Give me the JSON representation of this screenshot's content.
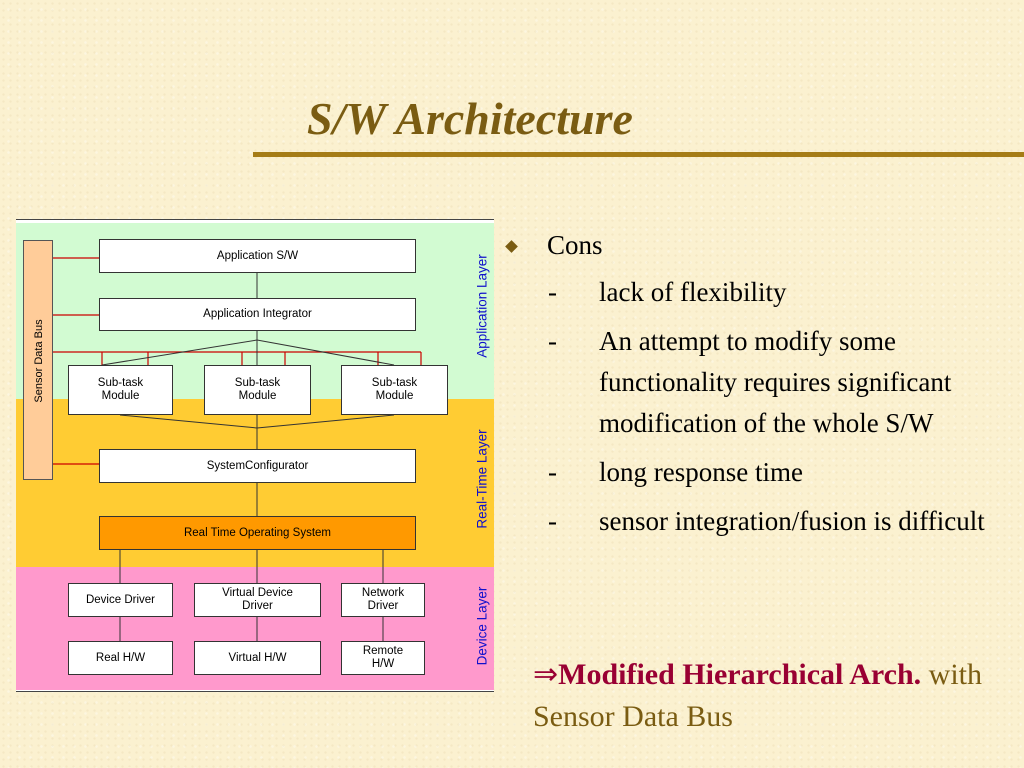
{
  "slide": {
    "title": "S/W Architecture"
  },
  "diagram": {
    "bus_label": "Sensor Data Bus",
    "layers": {
      "application": "Application Layer",
      "realtime": "Real-Time Layer",
      "device": "Device Layer"
    },
    "boxes": {
      "app_sw": "Application S/W",
      "app_integrator": "Application Integrator",
      "subtask1": "Sub-task\nModule",
      "subtask2": "Sub-task\nModule",
      "subtask3": "Sub-task\nModule",
      "sys_config": "SystemConfigurator",
      "rtos": "Real Time Operating System",
      "device_driver": "Device Driver",
      "virtual_device_driver": "Virtual Device\nDriver",
      "network_driver": "Network\nDriver",
      "real_hw": "Real H/W",
      "virtual_hw": "Virtual H/W",
      "remote_hw": "Remote\nH/W"
    },
    "colors": {
      "application_band": "#d2fbd2",
      "realtime_band": "#ffcc33",
      "device_band": "#ff99cc",
      "bus": "#ffcc99",
      "rtos": "#ff9900",
      "bus_connectors": "#cc0000",
      "layer_label": "#1010cc"
    }
  },
  "bullets": {
    "heading": "Cons",
    "items": [
      {
        "dash": "-",
        "text": "lack of flexibility"
      },
      {
        "dash": "-",
        "text": "An attempt to modify some functionality requires significant modification of the whole S/W"
      },
      {
        "dash": "-",
        "text": "long response time"
      },
      {
        "dash": "-",
        "text": "sensor integration/fusion is difficult"
      }
    ]
  },
  "conclusion": {
    "arrow": "⇒",
    "bold": "Modified Hierarchical Arch.",
    "rest": " with Sensor Data Bus"
  }
}
